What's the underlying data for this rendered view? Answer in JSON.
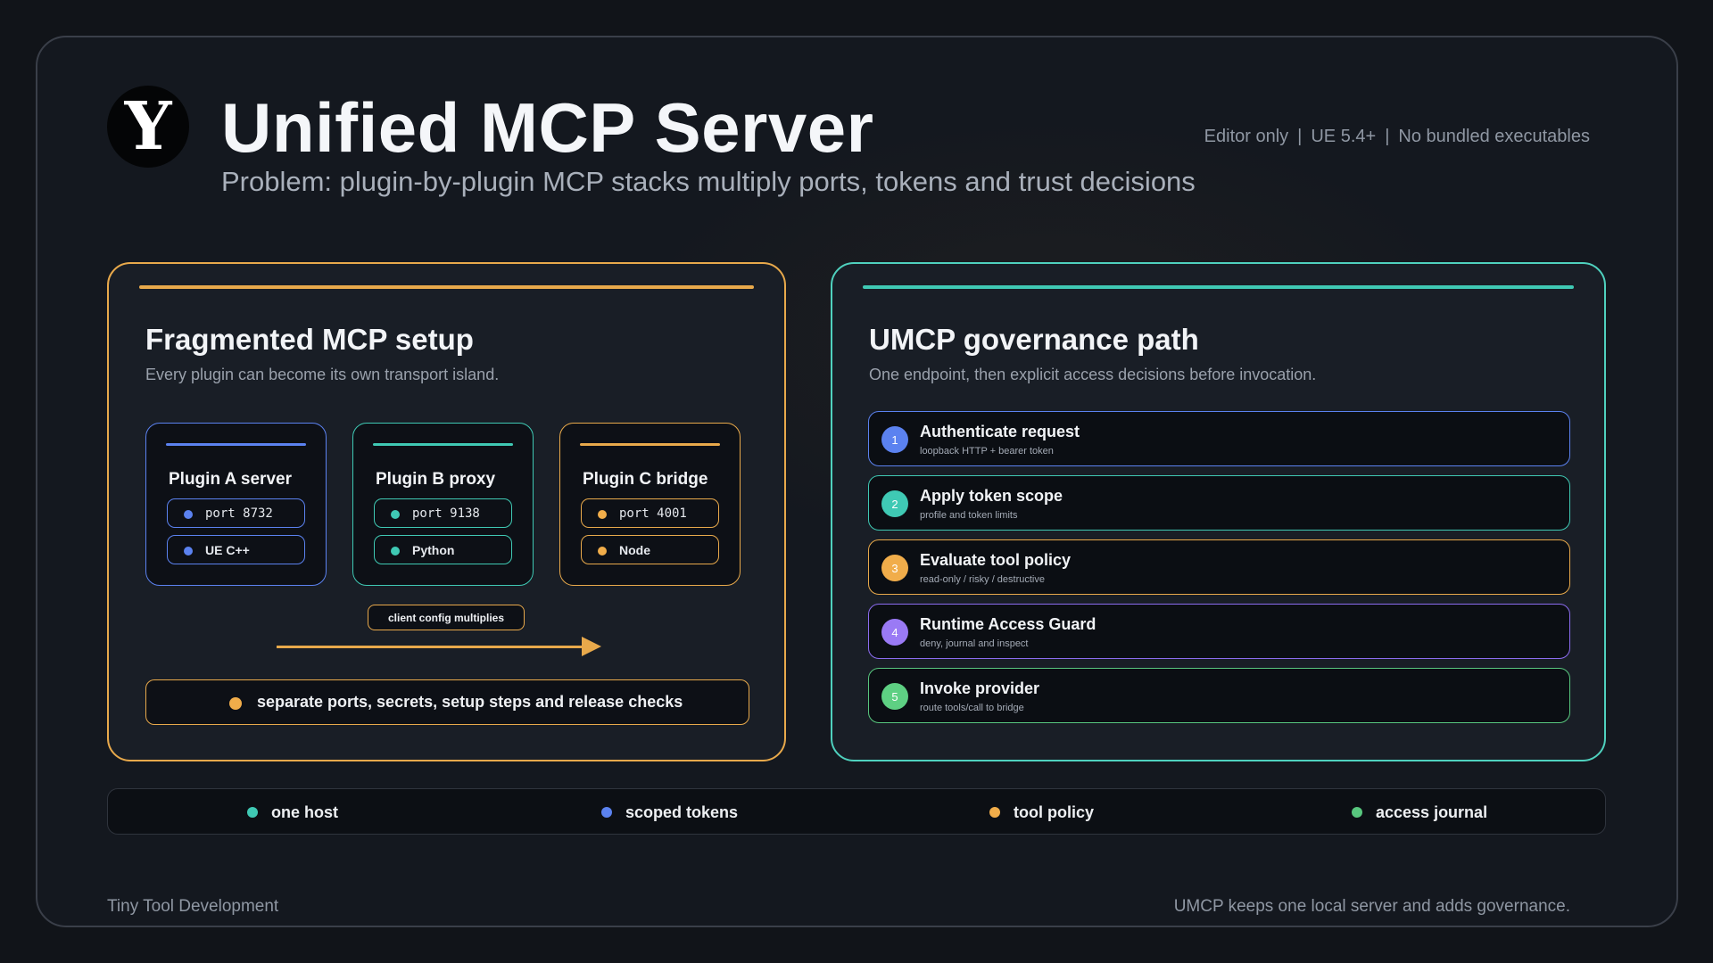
{
  "header": {
    "logo_letter": "Y",
    "title": "Unified MCP Server",
    "subtitle": "Problem: plugin-by-plugin MCP stacks multiply ports, tokens and trust decisions",
    "meta": [
      "Editor only",
      "UE 5.4+",
      "No bundled executables"
    ],
    "meta_separator": "|"
  },
  "colors": {
    "orange": "#e8a94b",
    "teal": "#3fc9b4",
    "blue": "#5b82f0",
    "purple": "#8c6cf0",
    "green": "#58c77e"
  },
  "left_panel": {
    "title": "Fragmented MCP setup",
    "subtitle": "Every plugin can become its own transport island.",
    "plugins": [
      {
        "name": "Plugin A server",
        "port": "port 8732",
        "runtime": "UE C++",
        "color": "#5b82f0"
      },
      {
        "name": "Plugin B proxy",
        "port": "port 9138",
        "runtime": "Python",
        "color": "#3fc9b4"
      },
      {
        "name": "Plugin C bridge",
        "port": "port 4001",
        "runtime": "Node",
        "color": "#e8a94b"
      }
    ],
    "callout": "client config multiplies",
    "warning": "separate ports, secrets, setup steps and release checks"
  },
  "right_panel": {
    "title": "UMCP governance path",
    "subtitle": "One endpoint, then explicit access decisions before invocation.",
    "steps": [
      {
        "num": "1",
        "title": "Authenticate request",
        "desc": "loopback HTTP + bearer token",
        "color": "#5b82f0"
      },
      {
        "num": "2",
        "title": "Apply token scope",
        "desc": "profile and token limits",
        "color": "#3fc9b4"
      },
      {
        "num": "3",
        "title": "Evaluate tool policy",
        "desc": "read-only / risky / destructive",
        "color": "#e8a94b"
      },
      {
        "num": "4",
        "title": "Runtime Access Guard",
        "desc": "deny, journal and inspect",
        "color": "#8c6cf0"
      },
      {
        "num": "5",
        "title": "Invoke provider",
        "desc": "route tools/call to bridge",
        "color": "#58c77e"
      }
    ]
  },
  "legend": [
    {
      "label": "one host",
      "color": "#3fc9b4"
    },
    {
      "label": "scoped tokens",
      "color": "#5b82f0"
    },
    {
      "label": "tool policy",
      "color": "#e8a94b"
    },
    {
      "label": "access journal",
      "color": "#58c77e"
    }
  ],
  "footer": {
    "left": "Tiny Tool Development",
    "right": "UMCP keeps one local server and adds governance."
  }
}
